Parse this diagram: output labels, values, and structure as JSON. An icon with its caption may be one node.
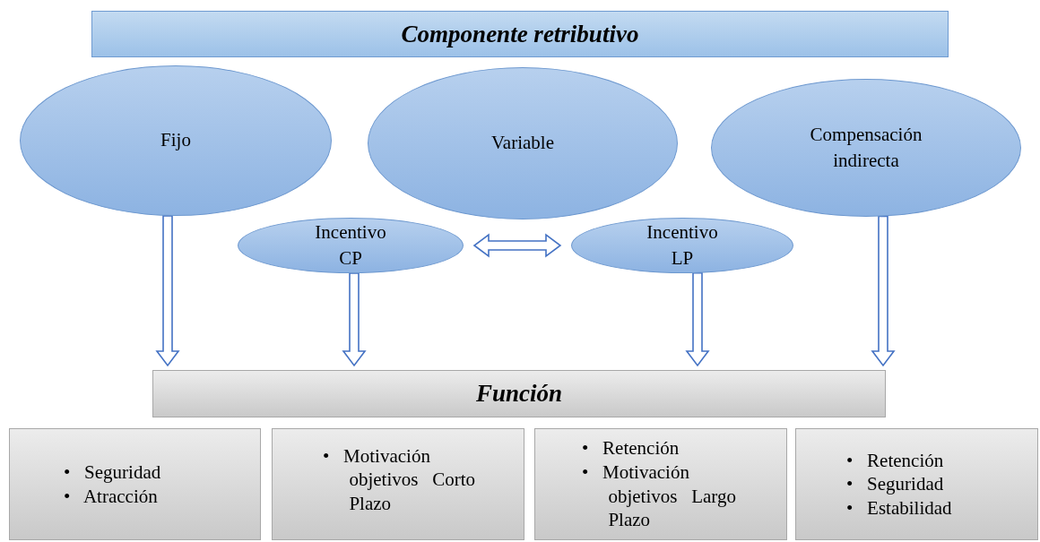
{
  "diagram": {
    "nodes": [
      {
        "text": [
          "Componente retributivo"
        ]
      },
      {
        "text": [
          "Fijo"
        ]
      },
      {
        "text": [
          "Variable"
        ]
      },
      {
        "text": [
          "Compensación indirecta"
        ]
      },
      {
        "text": [
          "Incentivo CP"
        ]
      },
      {
        "text": [
          "Incentivo LP"
        ]
      },
      {
        "text": [
          "Función"
        ]
      },
      {
        "text": [
          "• Seguridad",
          "• Atracción"
        ]
      },
      {
        "text": [
          "• Motivación objetivos Corto Plazo"
        ]
      },
      {
        "text": [
          "• Retención",
          "• Motivación objetivos Largo Plazo"
        ]
      },
      {
        "text": [
          "• Retención",
          "• Seguridad",
          "• Estabilidad"
        ]
      }
    ],
    "edges": [
      {
        "from": 4,
        "to": 5,
        "arrow": "both"
      },
      {
        "from": 1,
        "to": 6,
        "arrow": "to"
      },
      {
        "from": 4,
        "to": 6,
        "arrow": "to"
      },
      {
        "from": 5,
        "to": 6,
        "arrow": "to"
      },
      {
        "from": 3,
        "to": 6,
        "arrow": "to"
      }
    ]
  }
}
